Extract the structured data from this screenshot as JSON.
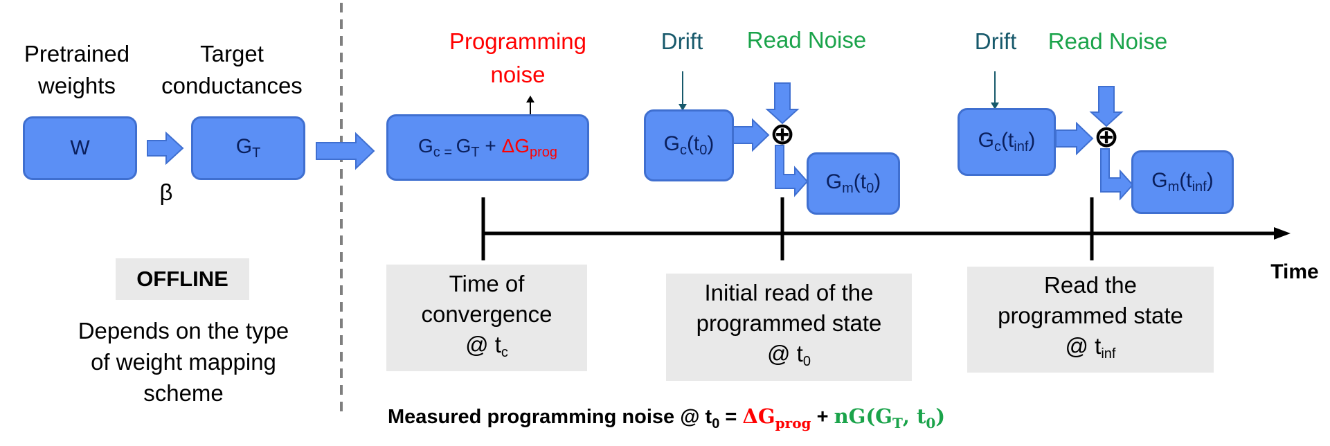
{
  "offline": {
    "label_pretrained_1": "Pretrained",
    "label_pretrained_2": "weights",
    "label_target_1": "Target",
    "label_target_2": "conductances",
    "box_w": "W",
    "box_gt_main": "G",
    "box_gt_sub": "T",
    "beta": "β",
    "offline_badge": "OFFLINE",
    "desc_1": "Depends on the type",
    "desc_2": "of weight mapping",
    "desc_3": "scheme"
  },
  "online": {
    "prog_noise_1": "Programming",
    "prog_noise_2": "noise",
    "gc_box": {
      "g1": "G",
      "s1": "c = ",
      "g2": "G",
      "s2": "T",
      "plus": " + ",
      "dg": "ΔG",
      "prog": "prog"
    },
    "drift_1": "Drift",
    "read_noise_1": "Read Noise",
    "drift_2": "Drift",
    "read_noise_2": "Read Noise",
    "gc_t0": {
      "g": "G",
      "s": "c",
      "p1": "(t",
      "ts": "0",
      "p2": ")"
    },
    "gm_t0": {
      "g": "G",
      "s": "m",
      "p1": "(t",
      "ts": "0",
      "p2": ")"
    },
    "gc_tinf": {
      "g": "G",
      "s": "c",
      "p1": "(t",
      "ts": "inf",
      "p2": ")"
    },
    "gm_tinf": {
      "g": "G",
      "s": "m",
      "p1": "(t",
      "ts": "inf",
      "p2": ")"
    },
    "oplus": "⊕",
    "time_label": "Time"
  },
  "stages": {
    "tc": {
      "line1": "Time of",
      "line2": "convergence",
      "line3_pre": "@ t",
      "line3_sub": "c"
    },
    "t0": {
      "line1": "Initial read of the",
      "line2": "programmed state",
      "line3_pre": "@ t",
      "line3_sub": "0"
    },
    "tinf": {
      "line1": "Read the",
      "line2": "programmed state",
      "line3_pre": "@ t",
      "line3_sub": "inf"
    }
  },
  "formula": {
    "prefix": "Measured programming noise @ t",
    "prefix_sub": "0",
    "eq": " = ",
    "dg": "ΔG",
    "dg_sub": "prog",
    "plus": " + ",
    "ng": "nG(G",
    "ng_sub": "T",
    "ng_rest": ", t",
    "ng_sub2": "0",
    "ng_close": ")"
  },
  "colors": {
    "box_fill": "#5b8ff5",
    "box_border": "#3f6fd0",
    "red": "#ff0000",
    "drift_teal": "#17596b",
    "read_noise_green": "#1aa34a",
    "gray_panel": "#e9e9e9"
  }
}
